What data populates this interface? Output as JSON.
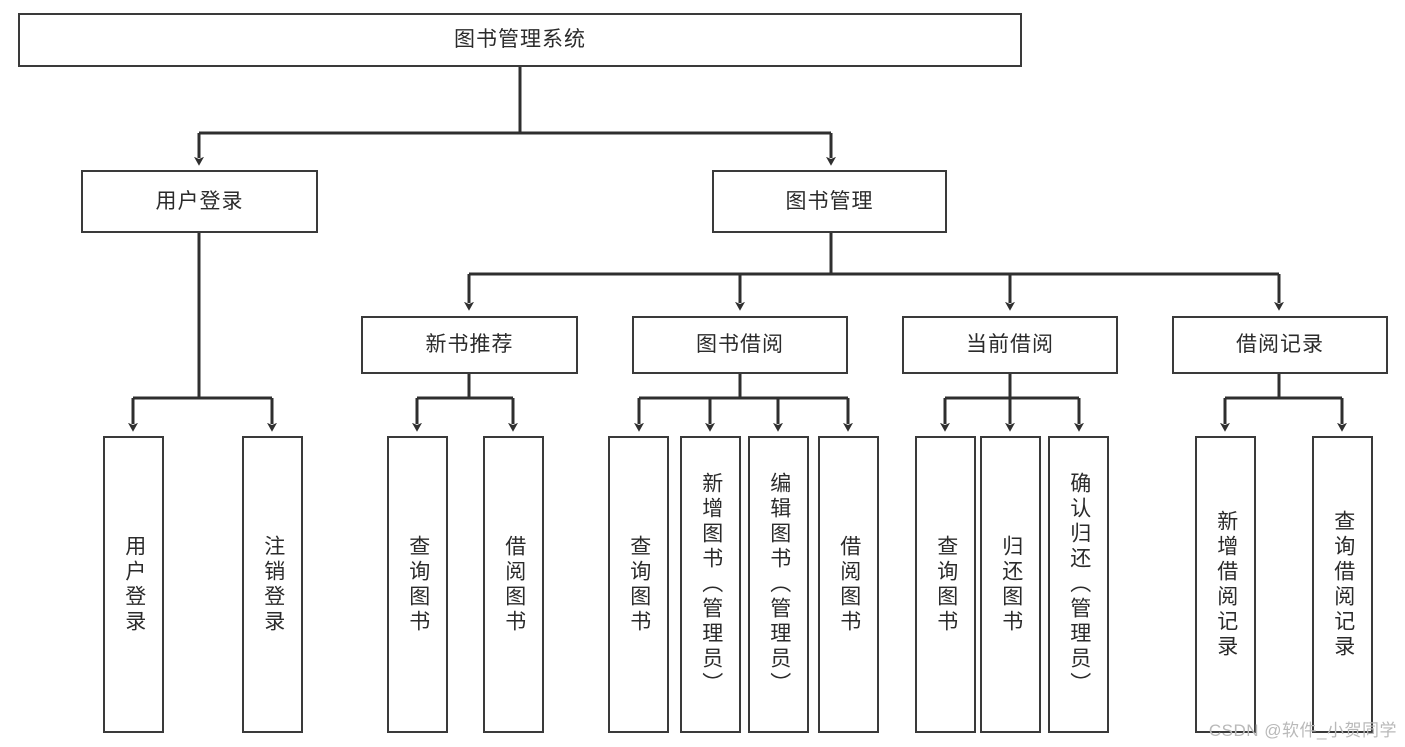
{
  "diagram": {
    "title": "图书管理系统",
    "type": "tree-hierarchy",
    "levels": 4,
    "colors": {
      "node_border": "#3a3a3a",
      "node_fill": "#ffffff",
      "edge": "#2f2f2f",
      "text": "#2b2b2b",
      "watermark": "#b9b9b9"
    },
    "root": {
      "label": "图书管理系统"
    },
    "level2": [
      {
        "label": "用户登录"
      },
      {
        "label": "图书管理"
      }
    ],
    "level3": [
      {
        "label": "新书推荐"
      },
      {
        "label": "图书借阅"
      },
      {
        "label": "当前借阅"
      },
      {
        "label": "借阅记录"
      }
    ],
    "leaves": {
      "user_login": [
        {
          "label": "用户登录"
        },
        {
          "label": "注销登录"
        }
      ],
      "new_book_recommend": [
        {
          "label": "查询图书"
        },
        {
          "label": "借阅图书"
        }
      ],
      "book_borrow": [
        {
          "label": "查询图书"
        },
        {
          "label": "新增图书（管理员）"
        },
        {
          "label": "编辑图书（管理员）"
        },
        {
          "label": "借阅图书"
        }
      ],
      "current_borrow": [
        {
          "label": "查询图书"
        },
        {
          "label": "归还图书"
        },
        {
          "label": "确认归还（管理员）"
        }
      ],
      "borrow_record": [
        {
          "label": "新增借阅记录"
        },
        {
          "label": "查询借阅记录"
        }
      ]
    }
  },
  "watermark": {
    "text": "CSDN @软件_小贺同学"
  }
}
